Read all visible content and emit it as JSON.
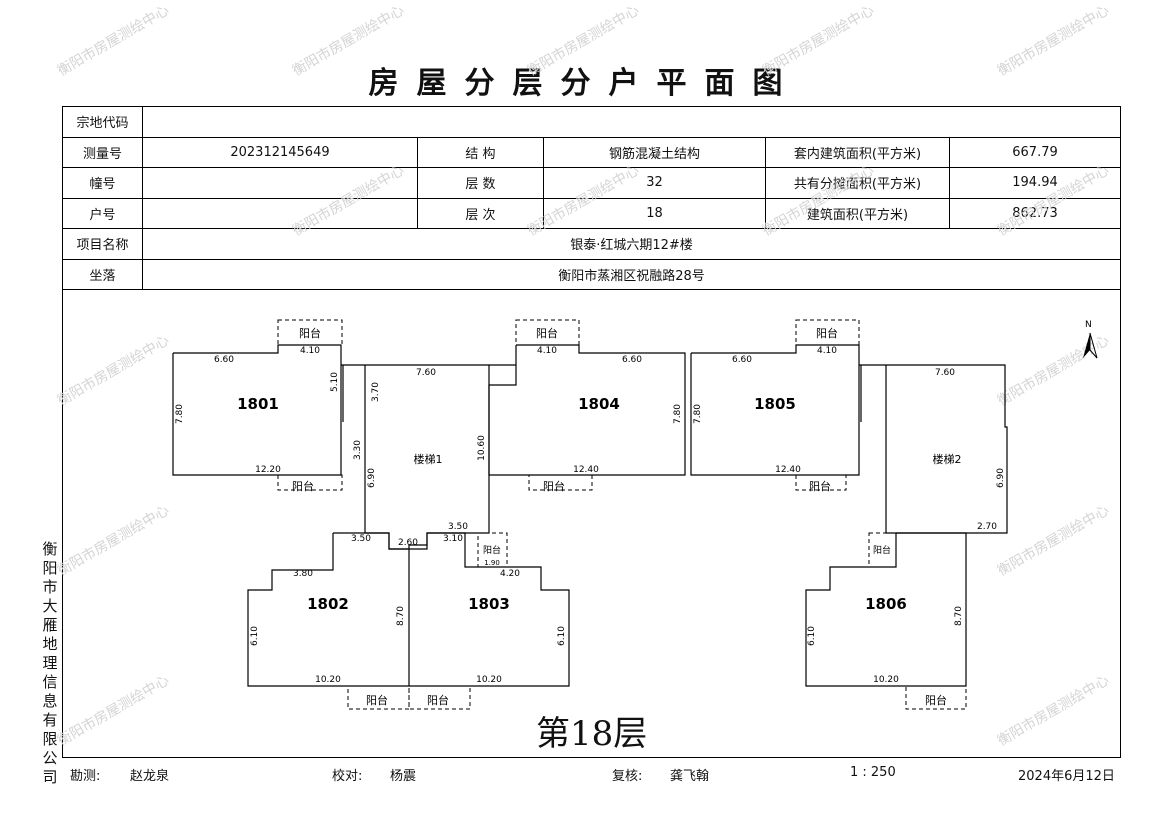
{
  "title": "房屋分层分户平面图",
  "info": {
    "zongdi_label": "宗地代码",
    "zongdi_value": "",
    "celiang_label": "测量号",
    "celiang_value": "202312145649",
    "jiegou_label": "结 构",
    "jiegou_value": "钢筋混凝土结构",
    "taonei_label": "套内建筑面积(平方米)",
    "taonei_value": "667.79",
    "chuang_label": "幢号",
    "chuang_value": "",
    "cengshu_label": "层 数",
    "cengshu_value": "32",
    "gongyou_label": "共有分摊面积(平方米)",
    "gongyou_value": "194.94",
    "huhao_label": "户号",
    "huhao_value": "",
    "cengci_label": "层 次",
    "cengci_value": "18",
    "jianzhu_label": "建筑面积(平方米)",
    "jianzhu_value": "862.73",
    "xiangmu_label": "项目名称",
    "xiangmu_value": "银泰·红城六期12#楼",
    "zuoluo_label": "坐落",
    "zuoluo_value": "衡阳市蒸湘区祝融路28号"
  },
  "plan": {
    "floor_label": "第18层",
    "units": [
      "1801",
      "1802",
      "1803",
      "1804",
      "1805",
      "1806"
    ],
    "stairs": [
      "楼梯1",
      "楼梯2"
    ],
    "balcony": "阳台",
    "north": "N",
    "dims": [
      "6.60",
      "4.10",
      "7.60",
      "4.10",
      "6.60",
      "6.60",
      "4.10",
      "7.60",
      "12.20",
      "12.40",
      "12.40",
      "7.80",
      "7.80",
      "7.80",
      "5.10",
      "3.70",
      "3.30",
      "6.90",
      "10.60",
      "3.50",
      "3.50",
      "2.60",
      "3.10",
      "3.80",
      "4.20",
      "10.20",
      "10.20",
      "10.20",
      "6.10",
      "6.10",
      "6.10",
      "8.70",
      "8.70",
      "2.70",
      "6.90",
      "1.90"
    ]
  },
  "side_text": "衡阳市大雁地理信息有限公司",
  "footer": {
    "survey_label": "勘测:",
    "survey_name": "赵龙泉",
    "check_label": "校对:",
    "check_name": "杨震",
    "review_label": "复核:",
    "review_name": "龚飞翰",
    "scale": "1 : 250",
    "date": "2024年6月12日"
  },
  "watermark": "衡阳市房屋测绘中心"
}
